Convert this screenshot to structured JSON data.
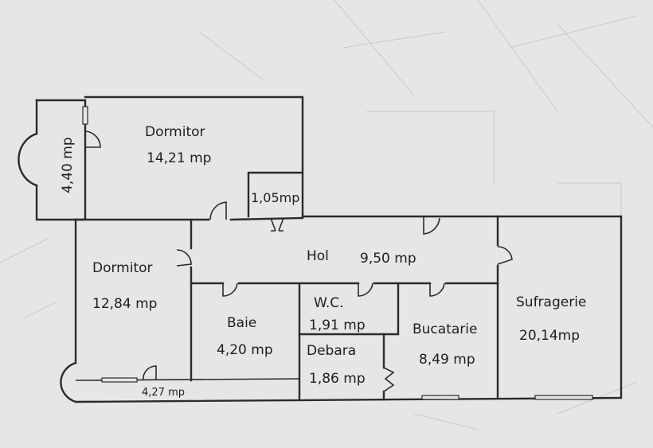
{
  "rooms": {
    "balcony_top": {
      "area": "4,40 mp"
    },
    "dormitor_1": {
      "name": "Dormitor",
      "area": "14,21 mp"
    },
    "closet": {
      "area": "1,05mp"
    },
    "dormitor_2": {
      "name": "Dormitor",
      "area": "12,84 mp"
    },
    "hol": {
      "name": "Hol",
      "area": "9,50 mp"
    },
    "baie": {
      "name": "Baie",
      "area": "4,20 mp"
    },
    "wc": {
      "name": "W.C.",
      "area": "1,91 mp"
    },
    "debara": {
      "name": "Debara",
      "area": "1,86 mp"
    },
    "bucatarie": {
      "name": "Bucatarie",
      "area": "8,49 mp"
    },
    "sufragerie": {
      "name": "Sufragerie",
      "area": "20,14mp"
    },
    "balcony_bottom": {
      "area": "4,27 mp"
    }
  },
  "colors": {
    "paper": "#e6e6e6",
    "ink": "#2b2b2b",
    "background_grid": "#c9c9c9"
  }
}
